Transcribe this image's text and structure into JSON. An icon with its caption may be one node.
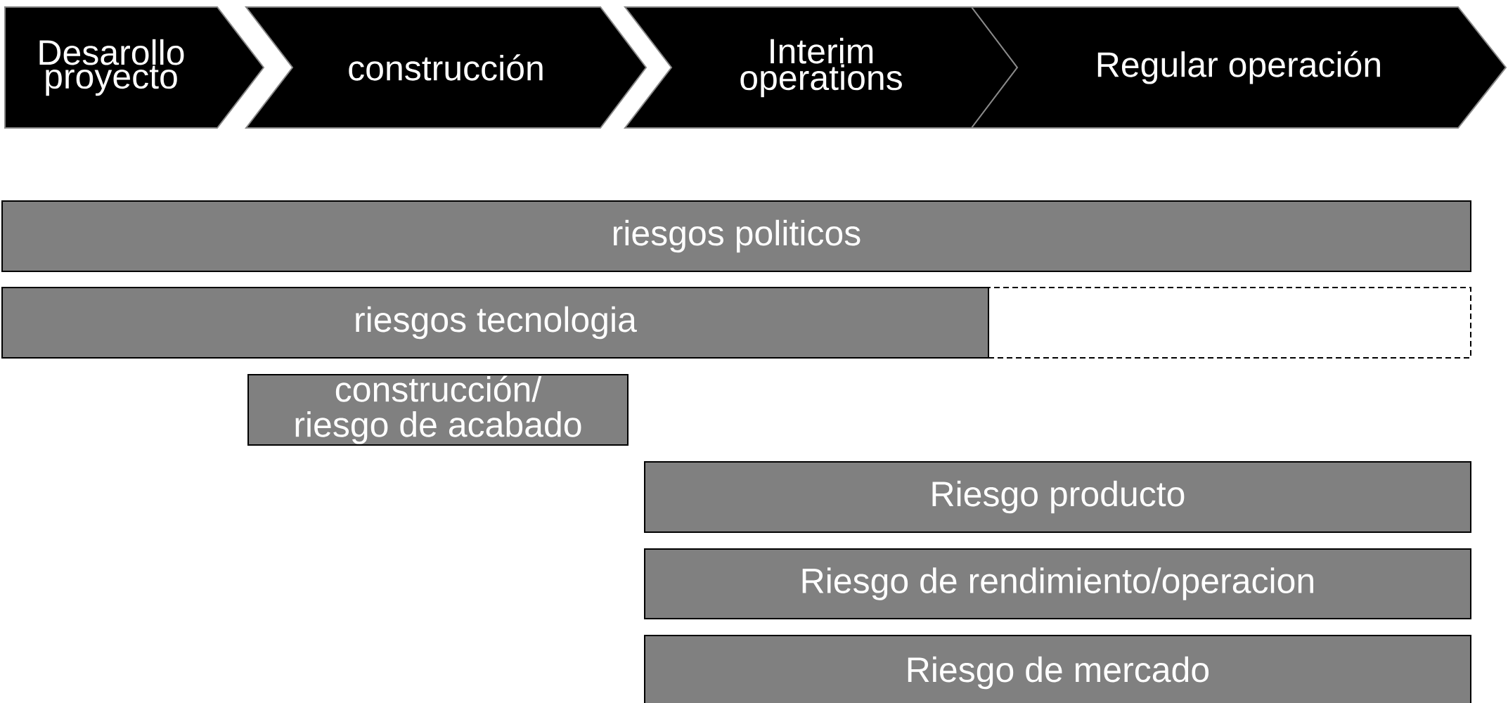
{
  "diagram": {
    "nodes": [
      {
        "text": [
          "Desarollo proyecto"
        ]
      },
      {
        "text": [
          "construcción"
        ]
      },
      {
        "text": [
          "Interim operations"
        ]
      },
      {
        "text": [
          "Regular operación"
        ]
      },
      {
        "text": [
          "riesgos politicos"
        ]
      },
      {
        "text": [
          "riesgos tecnologia"
        ]
      },
      {
        "text": [],
        "shape": "box"
      },
      {
        "text": [
          "construcción/ riesgo de acabado"
        ]
      },
      {
        "text": [
          "Riesgo producto"
        ]
      },
      {
        "text": [
          "Riesgo de  rendimiento/operacion"
        ]
      },
      {
        "text": [
          "Riesgo de mercado"
        ]
      }
    ]
  }
}
